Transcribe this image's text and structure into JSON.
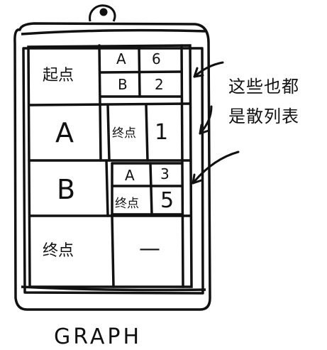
{
  "diagram": {
    "caption": "GRAPH",
    "annotation": {
      "line1": "这些也都",
      "line2": "是散列表"
    },
    "rows": [
      {
        "key": "起点",
        "table": [
          {
            "key": "A",
            "value": "6"
          },
          {
            "key": "B",
            "value": "2"
          }
        ]
      },
      {
        "key": "A",
        "table": [
          {
            "key": "终点",
            "value": "1"
          }
        ]
      },
      {
        "key": "B",
        "table": [
          {
            "key": "A",
            "value": "3"
          },
          {
            "key": "终点",
            "value": "5"
          }
        ]
      },
      {
        "key": "终点",
        "value": "—"
      }
    ],
    "colors": {
      "ink": "#111111",
      "paper": "#ffffff"
    }
  }
}
